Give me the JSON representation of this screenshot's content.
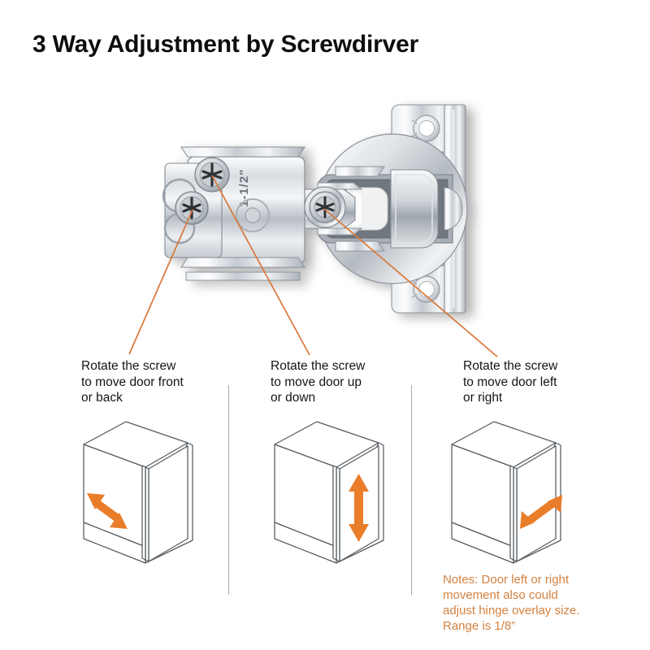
{
  "page": {
    "title": "3 Way Adjustment by Screwdirver",
    "background_color": "#ffffff"
  },
  "colors": {
    "leader_line": "#d9783a",
    "arrow_orange": "#ea7d2a",
    "notes_text": "#d4813f",
    "divider": "#a8a8a8",
    "cabinet_outline": "#4a4a4a",
    "title_text": "#0d0d0d"
  },
  "product": {
    "name": "concealed cabinet hinge",
    "marking": "1-1/2\"",
    "finish": "nickel-plated chrome"
  },
  "columns": [
    {
      "id": "front-back",
      "caption": "Rotate the screw\nto move door front\nor back",
      "arrow": "diagonal-double-headed",
      "arrow_direction": "upper-left and lower-right"
    },
    {
      "id": "up-down",
      "caption": "Rotate the screw\nto move door  up\nor down",
      "arrow": "vertical-double-headed",
      "arrow_direction": "up and down"
    },
    {
      "id": "left-right",
      "caption": "Rotate the screw\nto move door left\nor right",
      "arrow": "diagonal-double-headed",
      "arrow_direction": "upper-right and lower-left"
    }
  ],
  "notes": {
    "text": "Notes: Door left or right\nmovement also could\nadjust hinge overlay size.\nRange is 1/8”"
  },
  "icons": {
    "leader_1": "leader-line-icon",
    "leader_2": "leader-line-icon",
    "leader_3": "leader-line-icon"
  }
}
